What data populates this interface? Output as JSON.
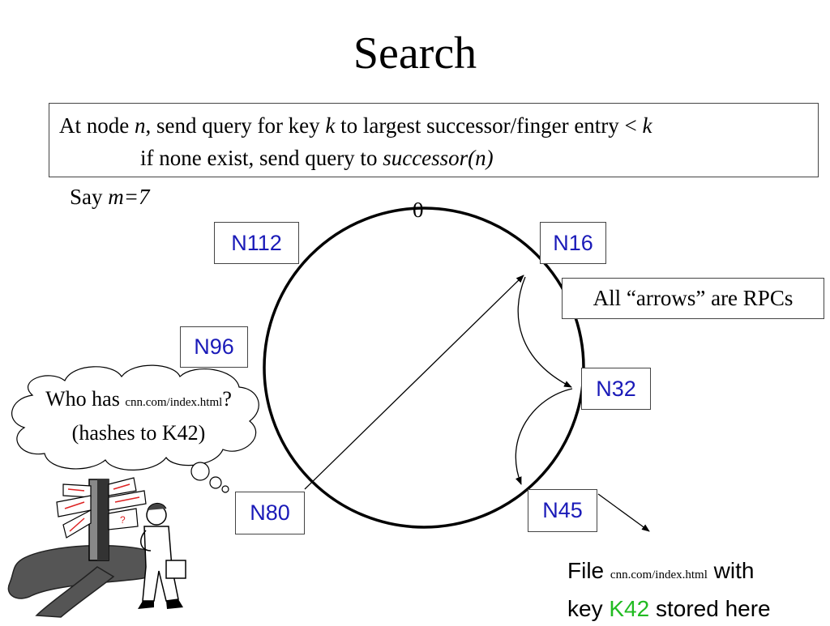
{
  "title": "Search",
  "rule": {
    "line1_a": "At node ",
    "line1_n": "n",
    "line1_b": ", send query for key ",
    "line1_k": "k",
    "line1_c": " to largest successor/finger entry < ",
    "line1_k2": "k",
    "line2_a": "if none exist, send query to ",
    "line2_fn": "successor(n)"
  },
  "say": {
    "prefix": "Say ",
    "value": "m=7"
  },
  "ring_zero_label": "0",
  "nodes": [
    "N112",
    "N16",
    "N96",
    "N32",
    "N80",
    "N45"
  ],
  "rpc_note": "All “arrows” are RPCs",
  "question": {
    "a": "Who has ",
    "file": "cnn.com/index.html",
    "b": "?",
    "line2": "(hashes to K42)"
  },
  "file_note": {
    "a": "File ",
    "file": "cnn.com/index.html",
    "b": " with",
    "c": "key ",
    "key": "K42",
    "d": " stored here"
  },
  "colors": {
    "node_text": "#1a1ab8",
    "key_highlight": "#22bb22"
  }
}
